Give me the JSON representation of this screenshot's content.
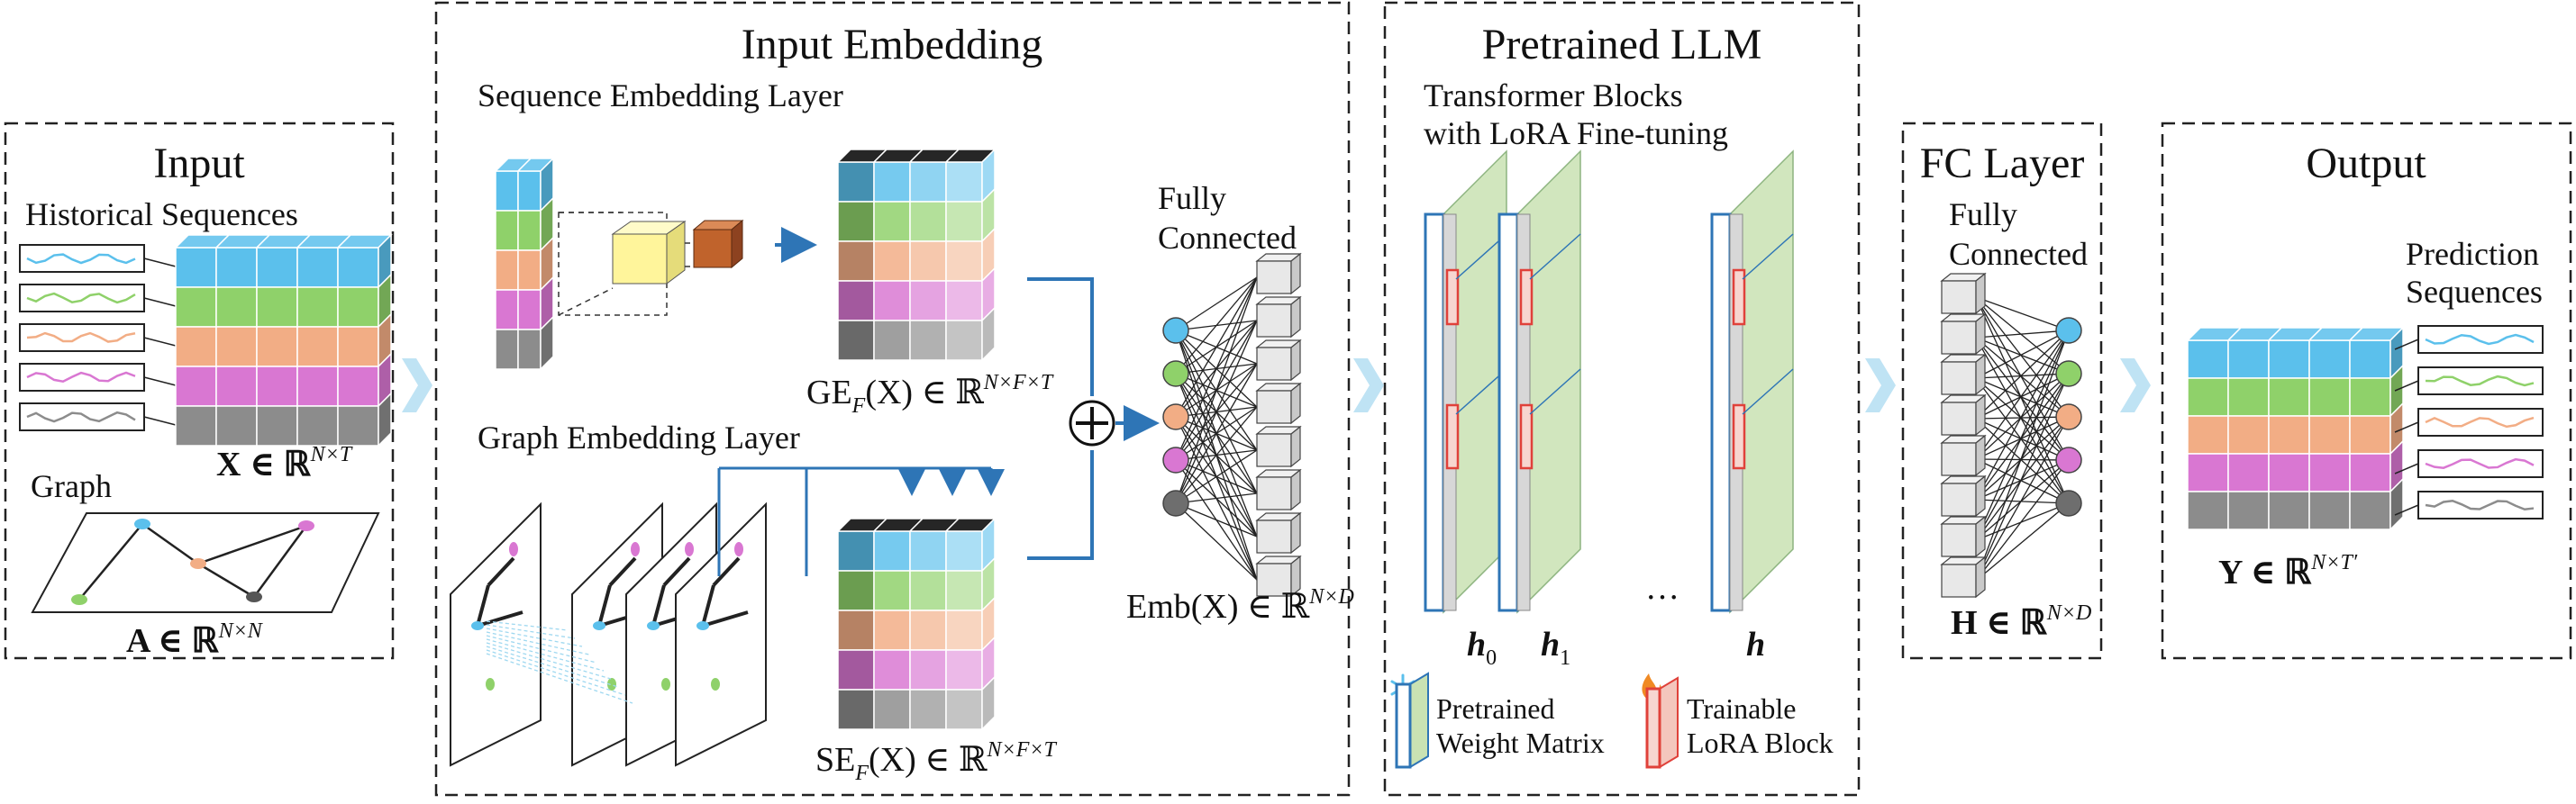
{
  "panels": {
    "input": {
      "title": "Input",
      "historical_label": "Historical Sequences",
      "x_eq": "X ∈ ℝ",
      "x_sup": "N×T",
      "graph_label": "Graph",
      "a_eq": "A ∈ ℝ",
      "a_sup": "N×N"
    },
    "embedding": {
      "title": "Input Embedding",
      "seq_layer": "Sequence Embedding Layer",
      "graph_layer": "Graph Embedding Layer",
      "ge_eq_a": "GE",
      "ge_eq_sub": "F",
      "ge_eq_b": "(X) ∈ ℝ",
      "ge_sup": "N×F×T",
      "se_eq_a": "SE",
      "se_eq_sub": "F",
      "se_eq_b": "(X) ∈ ℝ",
      "se_sup": "N×F×T",
      "fc_line1": "Fully",
      "fc_line2": "Connected",
      "emb_eq": "Emb(X) ∈ ℝ",
      "emb_sup": "N×D"
    },
    "llm": {
      "title": "Pretrained LLM",
      "sub1": "Transformer Blocks",
      "sub2": "with LoRA Fine-tuning",
      "h0": "h",
      "h0_sub": "0",
      "h1": "h",
      "h1_sub": "1",
      "hn": "h",
      "dots": "…",
      "legend_frozen_1": "Pretrained",
      "legend_frozen_2": "Weight Matrix",
      "legend_train_1": "Trainable",
      "legend_train_2": "LoRA Block"
    },
    "fc": {
      "title": "FC Layer",
      "line1": "Fully",
      "line2": "Connected",
      "h_eq": "H ∈ ℝ",
      "h_sup": "N×D"
    },
    "output": {
      "title": "Output",
      "pred1": "Prediction",
      "pred2": "Sequences",
      "y_eq": "Y ∈ ℝ",
      "y_sup": "N×T′"
    }
  },
  "colors": {
    "blue": "#5bc0ec",
    "green": "#8fd16a",
    "orange": "#f2ad85",
    "purple": "#d977d2",
    "gray": "#8c8c8c",
    "arrow": "#2e75b6",
    "chevron": "#bfe3f4",
    "frozen_fill": "#c9e2b3",
    "lora": "#e0413a"
  },
  "icons": [
    "snowflake-icon",
    "fire-icon",
    "plus-icon",
    "chevron-right-icon"
  ]
}
